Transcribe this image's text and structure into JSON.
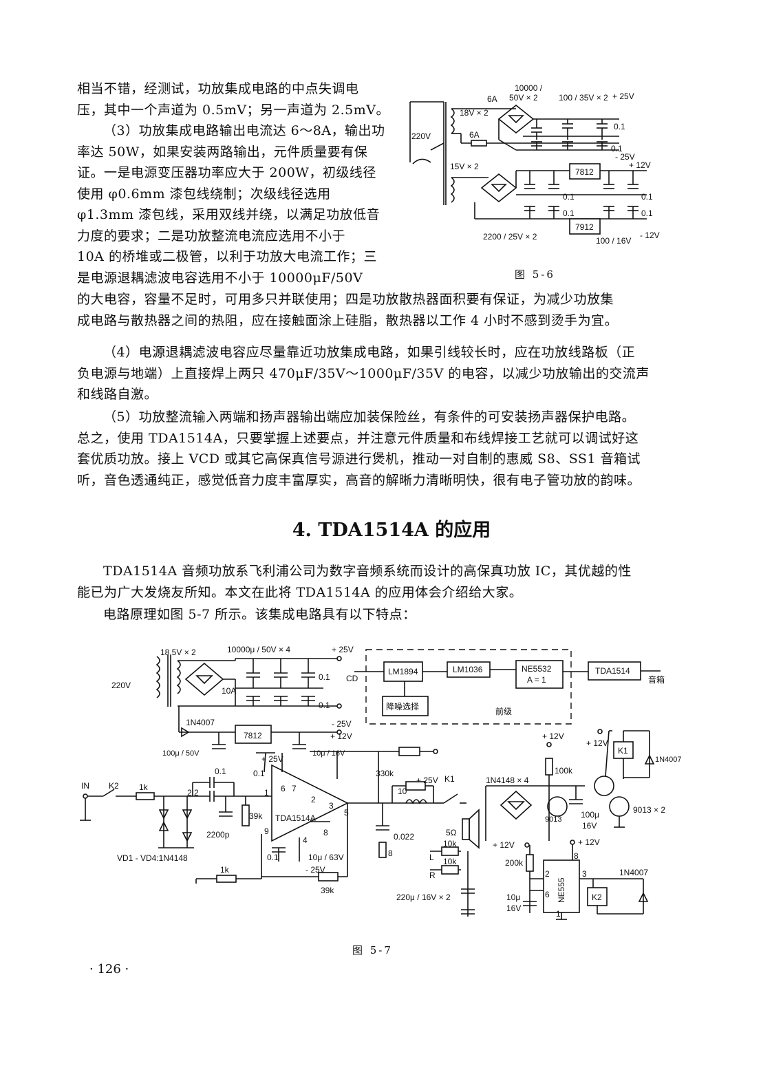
{
  "top_paragraphs": [
    [
      "相当不错，经测试，功放集成电路的中点失调电",
      "压，其中一个声道为 0.5mV；另一声道为 2.5mV。"
    ],
    [
      "（3）功放集成电路输出电流达 6～8A，输出功",
      "率达 50W，如果安装两路输出，元件质量要有保",
      "证。一是电源变压器功率应大于 200W，初级线径",
      "使用 φ0.6mm 漆包线绕制；次级线径选用",
      "φ1.3mm 漆包线，采用双线并绕，以满足功放低音",
      "力度的要求；二是功放整流电流应选用不小于",
      "10A 的桥堆或二极管，以利于功放大电流工作；三",
      "是电源退耦滤波电容选用不小于 10000μF/50V"
    ]
  ],
  "body_lines": [
    "的大电容，容量不足时，可用多只并联使用；四是功放散热器面积要有保证，为减少功放集",
    "成电路与散热器之间的热阻，应在接触面涂上硅脂，散热器以工作 4 小时不感到烫手为宜。"
  ],
  "para4": [
    "（4）电源退耦滤波电容应尽量靠近功放集成电路，如果引线较长时，应在功放线路板（正",
    "负电源与地端）上直接焊上两只 470μF/35V～1000μF/35V 的电容，以减少功放输出的交流声",
    "和线路自激。"
  ],
  "para5": [
    "（5）功放整流输入两端和扬声器输出端应加装保险丝，有条件的可安装扬声器保护电路。",
    "总之，使用 TDA1514A，只要掌握上述要点，并注意元件质量和布线焊接工艺就可以调试好这",
    "套优质功放。接上 VCD 或其它高保真信号源进行煲机，推动一对自制的惠威 S8、SS1 音箱试",
    "听，音色透通纯正，感觉低音力度丰富厚实，高音的解晰力清晰明快，很有电子管功放的韵味。"
  ],
  "section_heading": "4.  TDA1514A 的应用",
  "para6": [
    "TDA1514A 音频功放系飞利浦公司为数字音频系统而设计的高保真功放 IC，其优越的性",
    "能已为广大发烧友所知。本文在此将 TDA1514A 的应用体会介绍给大家。"
  ],
  "para7": [
    "电路原理如图 5-7 所示。该集成电路具有以下特点："
  ],
  "fig56": {
    "caption": "图  5-6",
    "labels": {
      "cap_top": "10000 /",
      "cap_top2": "50V × 2",
      "cap_mid": "100 / 35V × 2",
      "p25": "+ 25V",
      "fuse1": "6A",
      "sec1": "18V × 2",
      "in220": "220V",
      "fuse2": "6A",
      "c01a": "0.1",
      "c01b": "0.1",
      "m25": "- 25V",
      "sec2": "15V × 2",
      "reg1": "7812",
      "p12": "+ 12V",
      "c01c": "0.1",
      "c01d": "0.1",
      "c01e": "0.1",
      "c01f": "0.1",
      "reg2": "7912",
      "capb": "2200 / 25V × 2",
      "capc": "100 / 16V",
      "m12": "- 12V"
    }
  },
  "fig57": {
    "caption": "图  5-7",
    "labels": {
      "sec": "18.5V × 2",
      "caps": "10000μ / 50V × 4",
      "p25": "+ 25V",
      "in220": "220V",
      "c01a": "0.1",
      "fuse": "10A",
      "c01b": "0.1",
      "d1": "1N4007",
      "m25": "- 25V",
      "reg": "7812",
      "p12": "+ 12V",
      "c100": "100μ / 50V",
      "c10": "10μ / 16V",
      "cd": "CD",
      "ic1": "LM1894",
      "ic2": "LM1036",
      "ic3a": "NE5532",
      "ic3b": "A = 1",
      "ic4": "TDA1514",
      "spk": "音箱",
      "nr": "降噪选择",
      "pre": "前级",
      "c01c": "0.1",
      "c01d": "0.1",
      "p25b": "+ 25V",
      "r330": "330k",
      "p25c": "+ 25V",
      "inp": "IN",
      "k2": "K2",
      "r1k": "1k",
      "c22": "2.2",
      "amp": "TDA1514A",
      "r39k": "39k",
      "c2200": "2200p",
      "vd": "VD1 - VD4:1N4148",
      "c01e": "0.1",
      "c10b": "10μ / 63V",
      "m25b": "- 25V",
      "r1kb": "1k",
      "r39kb": "39k",
      "r10": "10",
      "c022": "0.022",
      "r8": "8",
      "k1": "K1",
      "ohm": "5Ω",
      "l": "L",
      "r10k": "10k",
      "rr": "R",
      "r10kb": "10k",
      "c220": "220μ / 16V × 2",
      "db": "1N4148 × 4",
      "p12b": "+ 12V",
      "r100k": "100k",
      "t1": "9013",
      "c100b": "100μ",
      "v16": "16V",
      "t2": "9013 × 2",
      "p12c": "+ 12V",
      "k1b": "K1",
      "d2": "1N4007",
      "p12d": "+ 12V",
      "p12e": "+ 12V",
      "r200k": "200k",
      "c10c": "10μ",
      "v16b": "16V",
      "ne555": "NE555",
      "k2b": "K2",
      "d3": "1N4007",
      "pin2": "2",
      "pin3": "3",
      "pin6": "6",
      "pin8": "8",
      "pin1": "1",
      "pin1a": "1",
      "pin2a": "2",
      "pin3a": "3",
      "pin4a": "4",
      "pin5a": "5",
      "pin6a": "6",
      "pin7a": "7",
      "pin8a": "8",
      "pin9a": "9"
    }
  },
  "page_number": "· 126 ·"
}
